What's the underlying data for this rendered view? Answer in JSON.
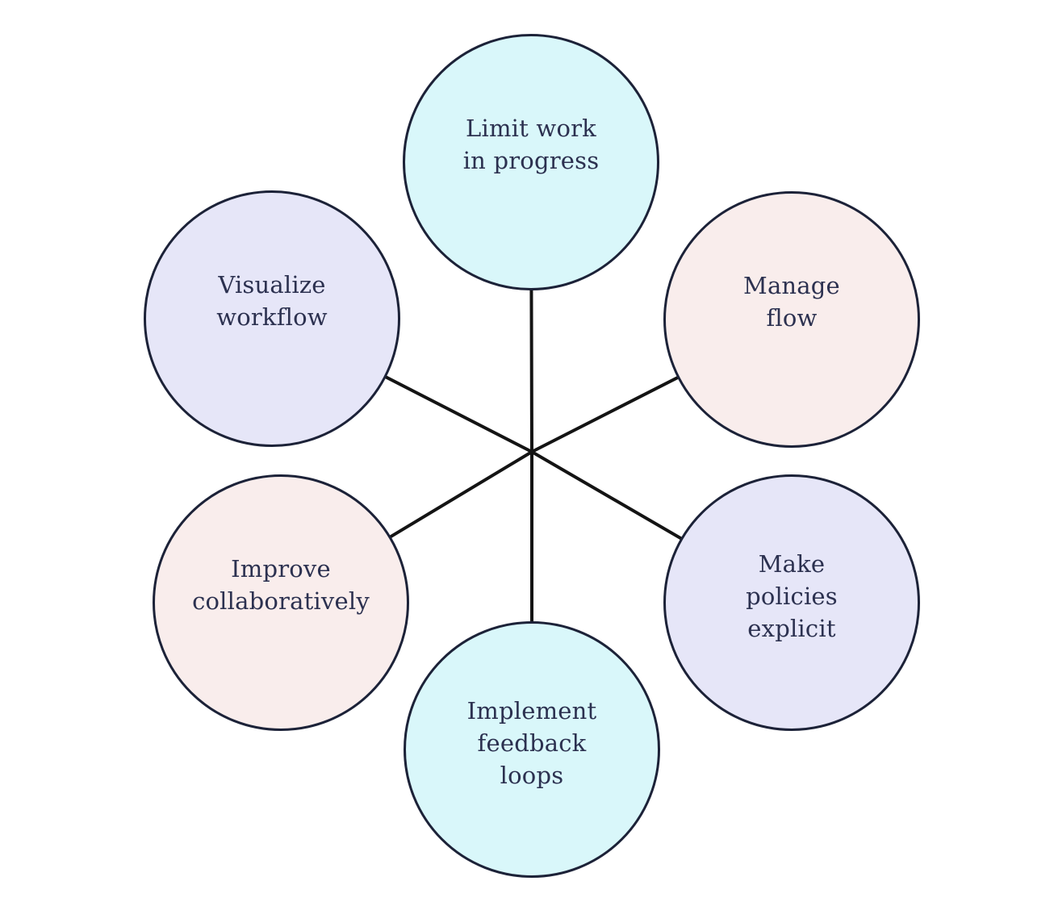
{
  "diagram": {
    "background_color": "#ffffff",
    "line_color": "#141414",
    "node_border_color": "#1c2238",
    "text_color": "#2c3150",
    "nodes": [
      {
        "label": "Limit work\nin progress",
        "fill": "#d9f7fa"
      },
      {
        "label": "Manage\nflow",
        "fill": "#f9edec"
      },
      {
        "label": "Make\npolicies\nexplicit",
        "fill": "#e6e6f8"
      },
      {
        "label": "Implement\nfeedback\nloops",
        "fill": "#d9f7fa"
      },
      {
        "label": "Improve\ncollaboratively",
        "fill": "#f9edec"
      },
      {
        "label": "Visualize\nworkflow",
        "fill": "#e6e6f8"
      }
    ]
  }
}
